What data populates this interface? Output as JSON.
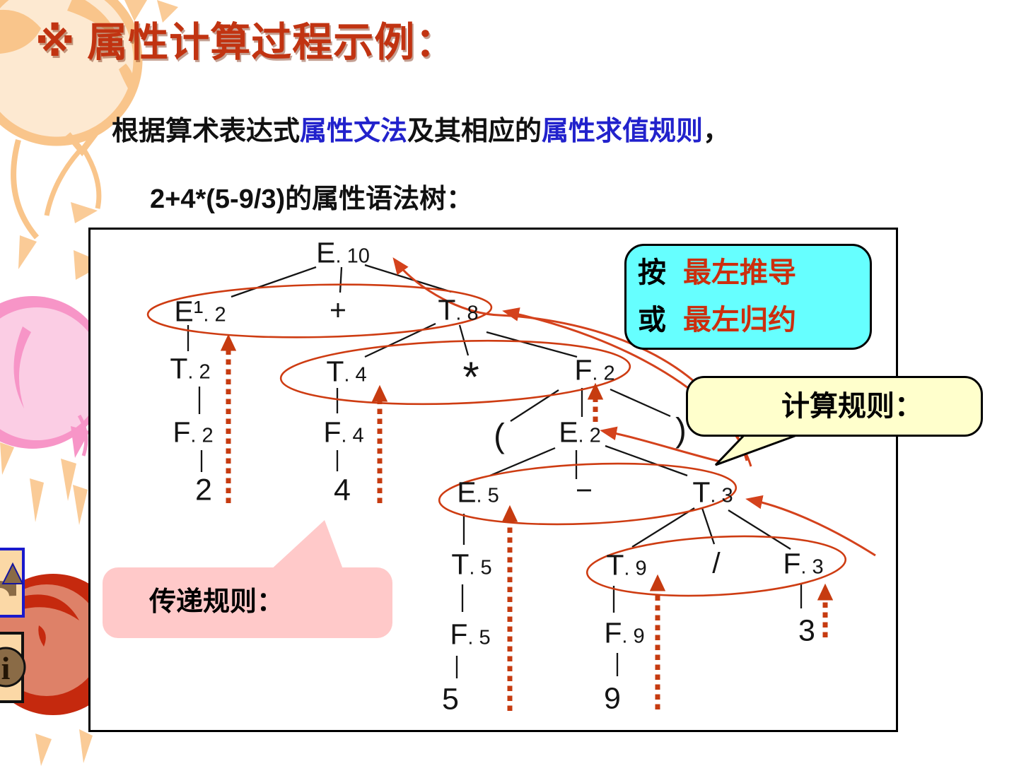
{
  "slide": {
    "title": "※ 属性计算过程示例：",
    "intro": {
      "seg1": "根据算术表达式",
      "seg2": "属性文法",
      "seg3": "及其相应的",
      "seg4": "属性求值规则",
      "seg5": "，"
    },
    "subtitle": "2+4*(5-9/3)的属性语法树："
  },
  "callouts": {
    "derivation": {
      "prefix1": "按",
      "term1": "最左推导",
      "prefix2": "或",
      "term2": "最左归约"
    },
    "compute_rule": {
      "label": "计算规则："
    },
    "transfer_rule": {
      "label": "传递规则："
    }
  },
  "tree": {
    "expression": "2+4*(5-9/3)",
    "nodes": [
      {
        "sym": "E",
        "attr": ". 10"
      },
      {
        "sym": "E¹",
        "attr": ". 2"
      },
      {
        "sym": "+",
        "attr": ""
      },
      {
        "sym": "T",
        "attr": ". 8"
      },
      {
        "sym": "T",
        "attr": ". 2"
      },
      {
        "sym": "T",
        "attr": ". 4"
      },
      {
        "sym": "*",
        "attr": ""
      },
      {
        "sym": "F",
        "attr": ". 2"
      },
      {
        "sym": "F",
        "attr": ". 2"
      },
      {
        "sym": "F",
        "attr": ". 4"
      },
      {
        "sym": "(",
        "attr": ""
      },
      {
        "sym": "E",
        "attr": ". 2"
      },
      {
        "sym": ")",
        "attr": ""
      },
      {
        "sym": "2",
        "attr": ""
      },
      {
        "sym": "4",
        "attr": ""
      },
      {
        "sym": "E",
        "attr": ". 5"
      },
      {
        "sym": "−",
        "attr": ""
      },
      {
        "sym": "T",
        "attr": ". 3"
      },
      {
        "sym": "T",
        "attr": ". 5"
      },
      {
        "sym": "T",
        "attr": ". 9"
      },
      {
        "sym": "/",
        "attr": ""
      },
      {
        "sym": "F",
        "attr": ". 3"
      },
      {
        "sym": "F",
        "attr": ". 5"
      },
      {
        "sym": "F",
        "attr": ". 9"
      },
      {
        "sym": "3",
        "attr": ""
      },
      {
        "sym": "5",
        "attr": ""
      },
      {
        "sym": "9",
        "attr": ""
      }
    ],
    "edges": [
      [
        0,
        1
      ],
      [
        0,
        2
      ],
      [
        0,
        3
      ],
      [
        1,
        4
      ],
      [
        3,
        5
      ],
      [
        3,
        6
      ],
      [
        3,
        7
      ],
      [
        4,
        8
      ],
      [
        5,
        9
      ],
      [
        7,
        10
      ],
      [
        7,
        11
      ],
      [
        7,
        12
      ],
      [
        8,
        13
      ],
      [
        9,
        14
      ],
      [
        11,
        15
      ],
      [
        11,
        16
      ],
      [
        11,
        17
      ],
      [
        15,
        18
      ],
      [
        17,
        19
      ],
      [
        17,
        20
      ],
      [
        17,
        21
      ],
      [
        18,
        22
      ],
      [
        19,
        23
      ],
      [
        21,
        24
      ],
      [
        22,
        25
      ],
      [
        23,
        26
      ]
    ],
    "circled_groups": [
      [
        1,
        2,
        3
      ],
      [
        5,
        6,
        7
      ],
      [
        15,
        16,
        17
      ],
      [
        19,
        20,
        21
      ]
    ]
  },
  "nav": {
    "info_glyph": "i"
  },
  "colors": {
    "title": "#C13311",
    "highlight_blue": "#2222CC",
    "annotation_red": "#CC3A10",
    "derivation_box_fill": "#66FFFF",
    "compute_box_fill": "#FFFFCC",
    "transfer_box_fill": "#FFC9C9"
  }
}
